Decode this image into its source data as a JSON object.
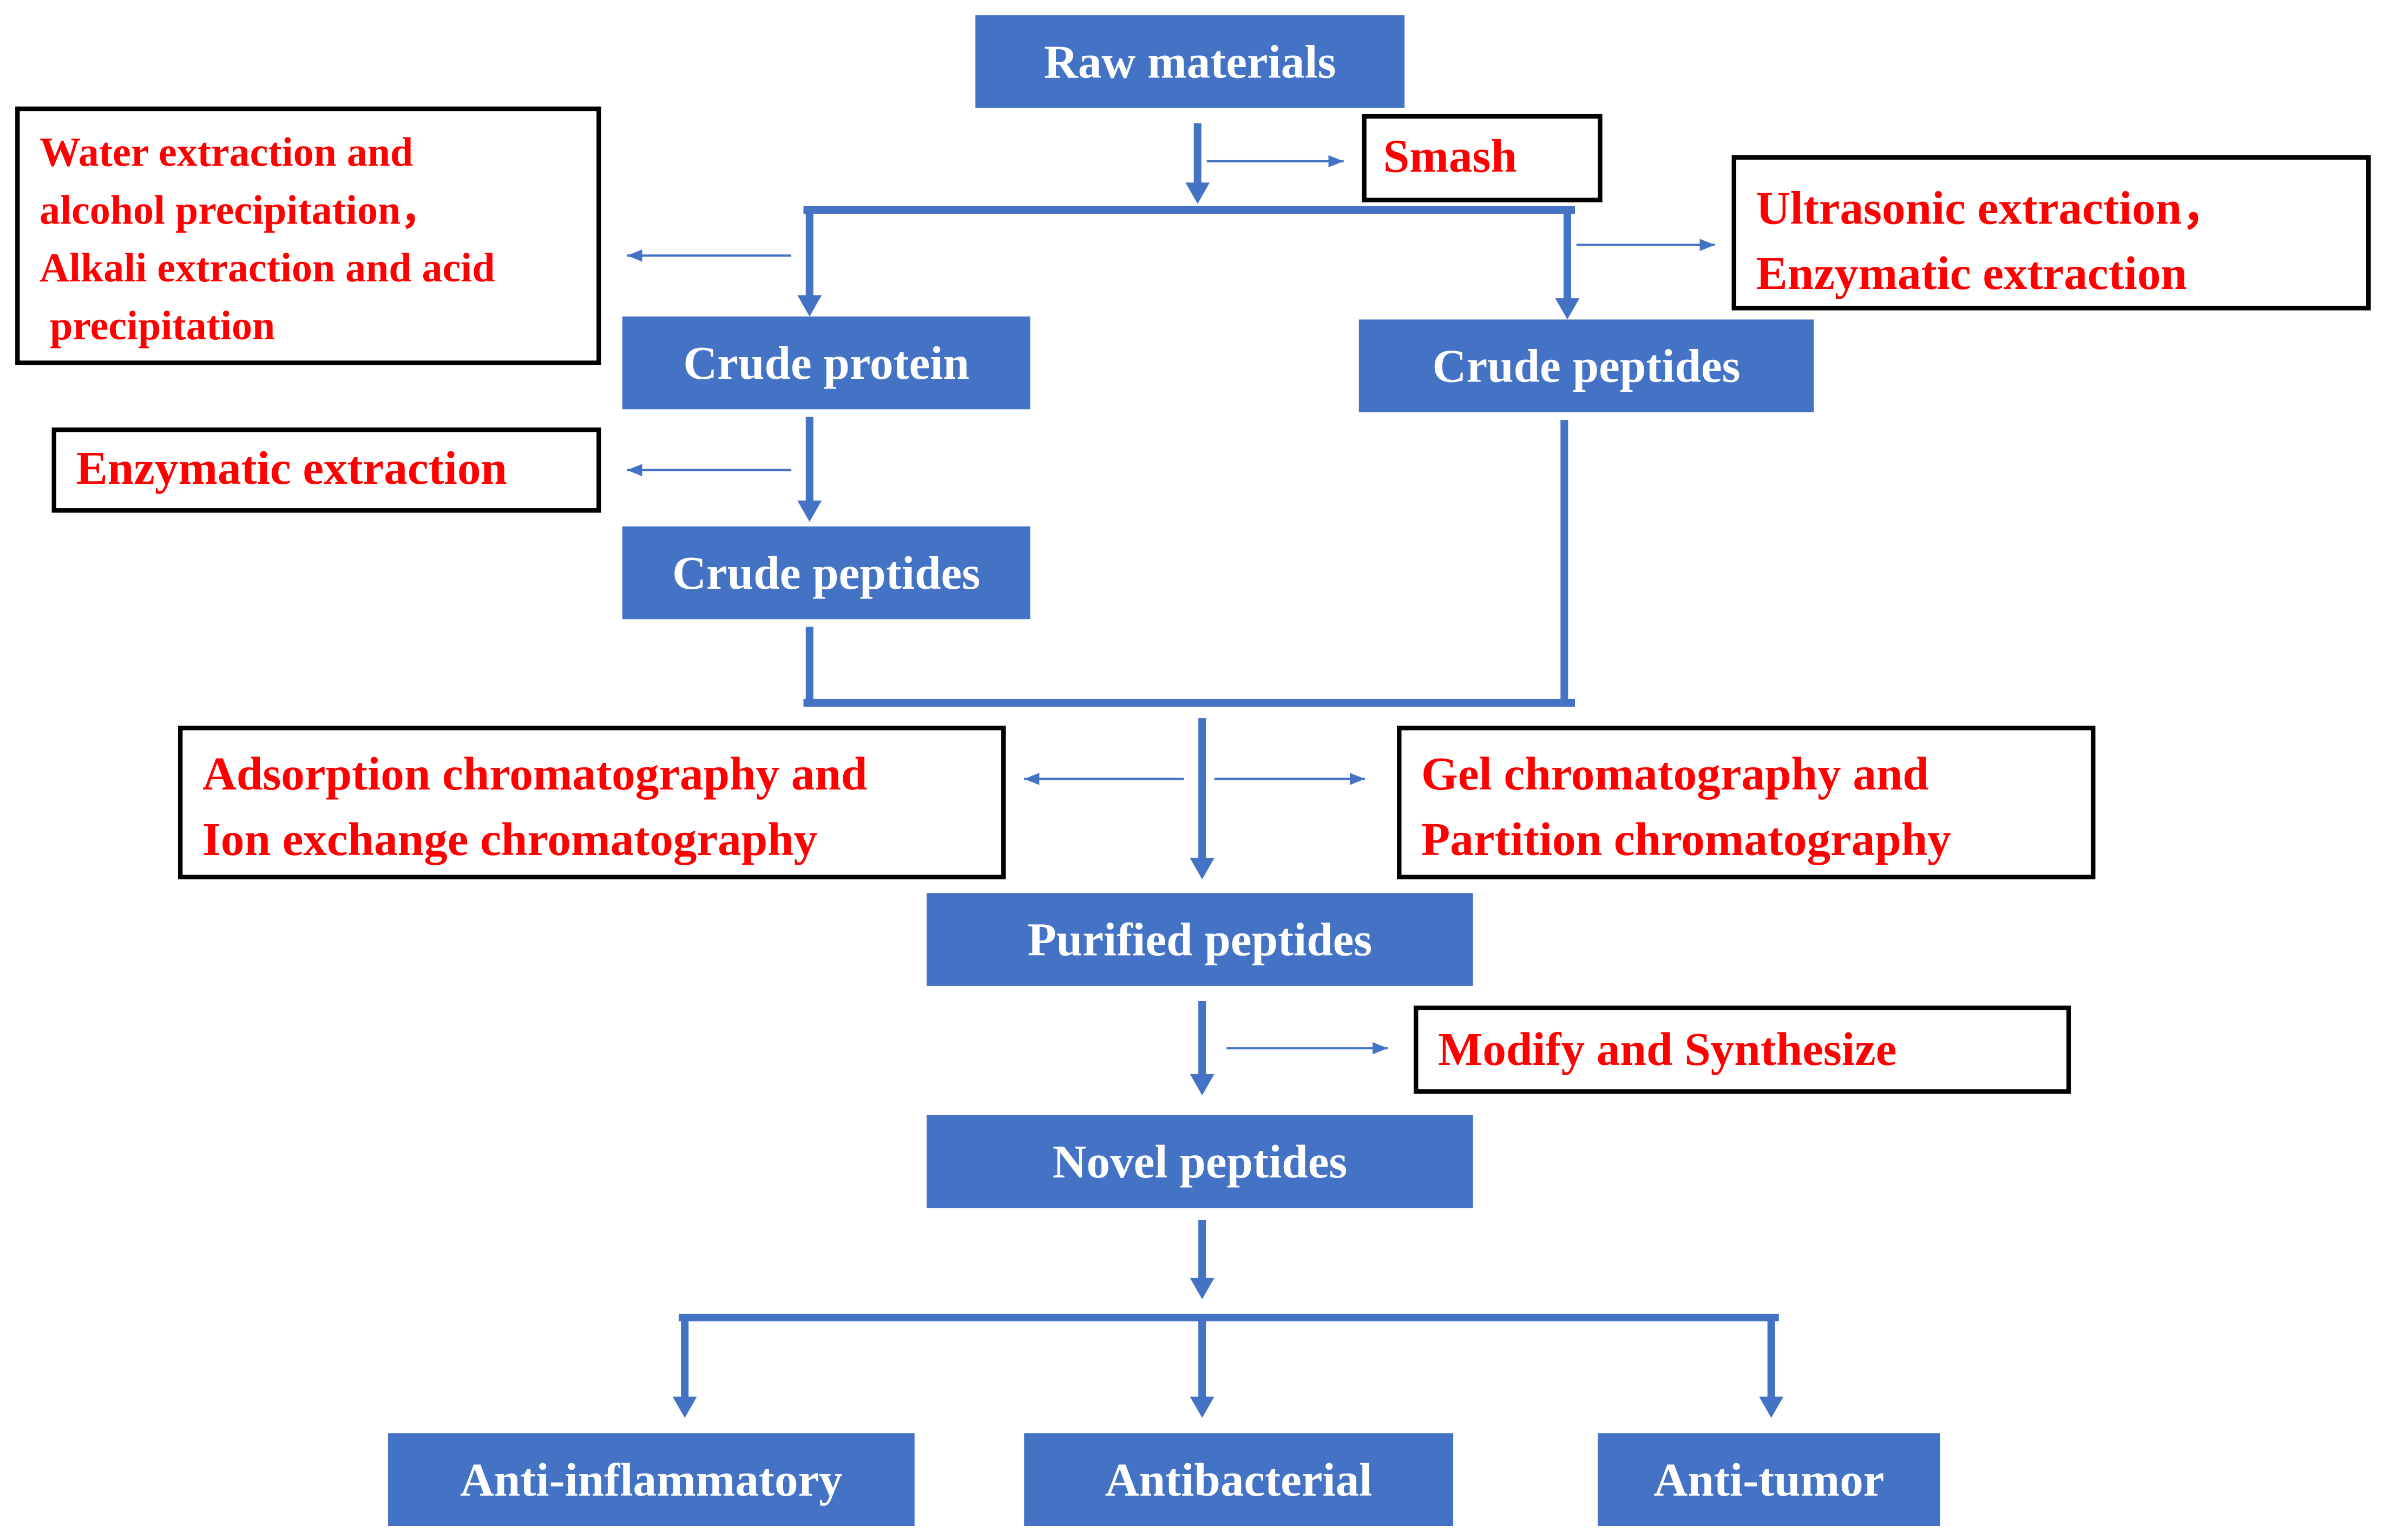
{
  "steps": {
    "raw_materials": "Raw materials",
    "crude_protein": "Crude protein",
    "crude_peptides_right": "Crude peptides",
    "crude_peptides_left": "Crude peptides",
    "purified_peptides": "Purified peptides",
    "novel_peptides": "Novel peptides"
  },
  "methods": {
    "water_extraction": [
      "Water extraction and",
      "alcohol precipitation，",
      "Alkali extraction and acid",
      " precipitation"
    ],
    "smash": "Smash",
    "ultrasonic_enzymatic": [
      "Ultrasonic extraction，",
      "Enzymatic extraction"
    ],
    "enzymatic_extraction": "Enzymatic extraction",
    "adsorption_ion_exchange": [
      "Adsorption chromatography and",
      "Ion exchange chromatography"
    ],
    "gel_partition": [
      "Gel chromatography and",
      "Partition chromatography"
    ],
    "modify_synthesize": "Modify and Synthesize"
  },
  "activities": [
    "Anti-inflammatory",
    "Antibacterial",
    "Anti-tumor"
  ],
  "colors": {
    "step_fill": "#4472C4",
    "step_text": "#FFFFFF",
    "method_text": "#FF0000",
    "method_border": "#000000",
    "connector": "#4472C4"
  }
}
